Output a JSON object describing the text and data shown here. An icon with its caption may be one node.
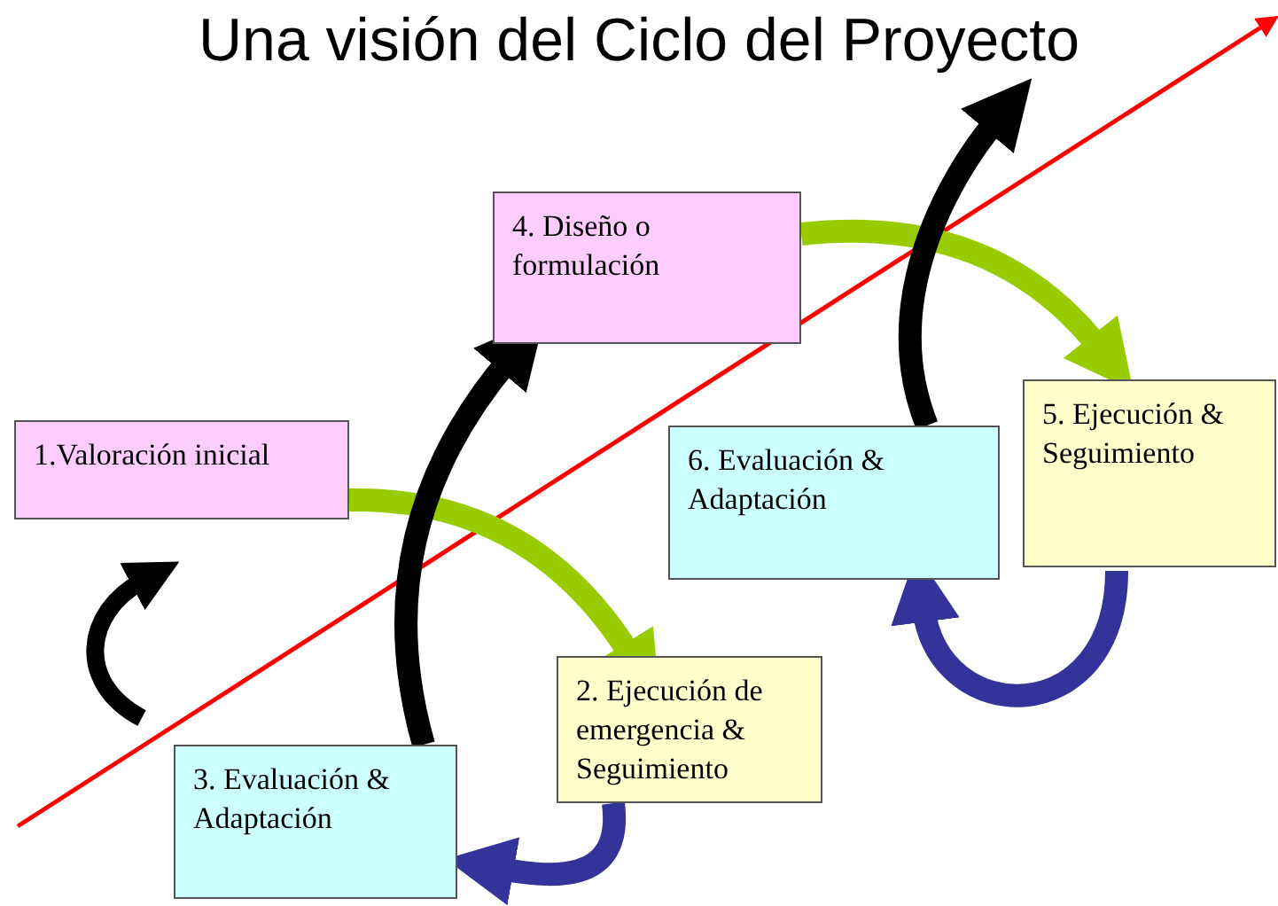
{
  "diagram": {
    "title": "Una visión del Ciclo del Proyecto",
    "nodes": [
      {
        "text": [
          "4. Diseño o formulación"
        ]
      },
      {
        "text": [
          "5. Ejecución & Seguimiento"
        ]
      },
      {
        "text": [
          "1.Valoración inicial"
        ]
      },
      {
        "text": [
          "6. Evaluación & Adaptación"
        ]
      },
      {
        "text": [
          "2. Ejecución de emergencia & Seguimiento"
        ]
      },
      {
        "text": [
          "3. Evaluación & Adaptación"
        ]
      }
    ],
    "edges": [
      {
        "from": 2,
        "to": 4,
        "arrow": "to",
        "color": "#99cc00"
      },
      {
        "from": 5,
        "to": 0,
        "arrow": "to",
        "color": "#000000"
      },
      {
        "from": 0,
        "to": 1,
        "arrow": "to",
        "color": "#99cc00"
      },
      {
        "from": 1,
        "to": 3,
        "arrow": "to",
        "color": "#333399"
      },
      {
        "from": 4,
        "to": 5,
        "arrow": "to",
        "color": "#333399"
      },
      {
        "from": 3,
        "to": null,
        "arrow": "to",
        "color": "#000000"
      }
    ]
  }
}
